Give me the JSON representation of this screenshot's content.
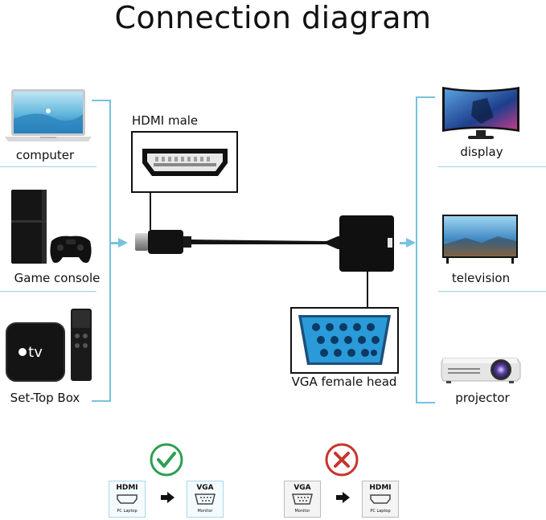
{
  "title": "Connection diagram",
  "sources": [
    {
      "label": "computer",
      "icon": "laptop-icon"
    },
    {
      "label": "Game console",
      "icon": "game-console-icon"
    },
    {
      "label": "Set-Top Box",
      "icon": "set-top-box-icon"
    }
  ],
  "outputs": [
    {
      "label": "display",
      "icon": "monitor-icon"
    },
    {
      "label": "television",
      "icon": "television-icon"
    },
    {
      "label": "projector",
      "icon": "projector-icon"
    }
  ],
  "connectors": {
    "hdmi_label": "HDMI male",
    "vga_label": "VGA female head"
  },
  "compatibility": {
    "supported": {
      "from_title": "HDMI",
      "from_sub": "PC Laptop",
      "to_title": "VGA",
      "to_sub": "Monitor",
      "mark": "check"
    },
    "unsupported": {
      "from_title": "VGA",
      "from_sub": "Monitor",
      "to_title": "HDMI",
      "to_sub": "PC Laptop",
      "mark": "cross"
    }
  },
  "colors": {
    "bracket": "#79c1e0",
    "check": "#2e9e52",
    "cross": "#c6352b",
    "vga_blue": "#2a9bd8"
  }
}
